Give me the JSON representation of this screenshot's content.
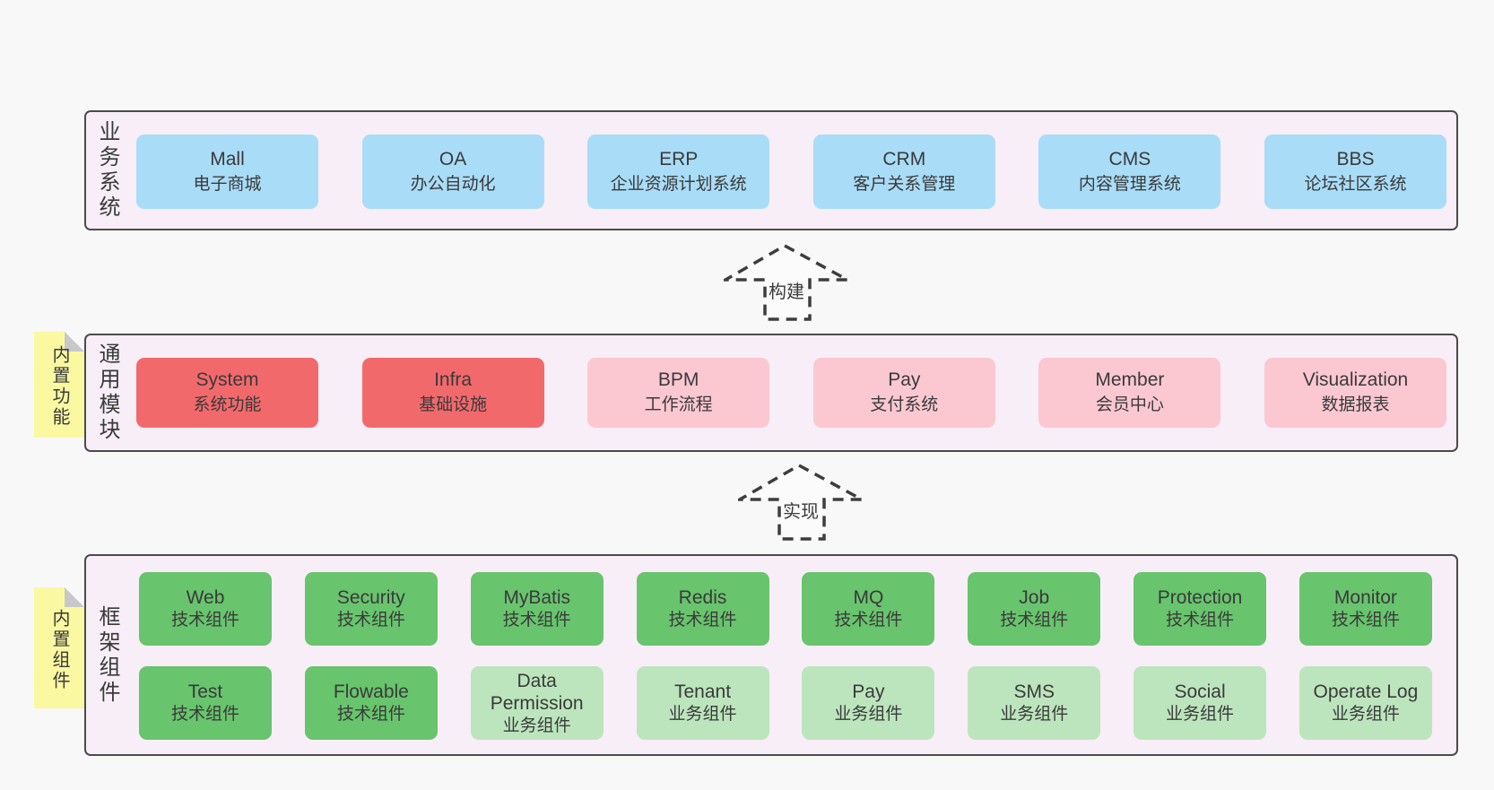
{
  "diagram": {
    "bands": [
      {
        "id": "business-systems",
        "label": "业务系统",
        "boxes": [
          {
            "name": "Mall",
            "desc": "电子商城"
          },
          {
            "name": "OA",
            "desc": "办公自动化"
          },
          {
            "name": "ERP",
            "desc": "企业资源计划系统"
          },
          {
            "name": "CRM",
            "desc": "客户关系管理"
          },
          {
            "name": "CMS",
            "desc": "内容管理系统"
          },
          {
            "name": "BBS",
            "desc": "论坛社区系统"
          }
        ]
      },
      {
        "id": "common-modules",
        "label": "通用模块",
        "note": "内置功能",
        "boxes": [
          {
            "name": "System",
            "desc": "系统功能"
          },
          {
            "name": "Infra",
            "desc": "基础设施"
          },
          {
            "name": "BPM",
            "desc": "工作流程"
          },
          {
            "name": "Pay",
            "desc": "支付系统"
          },
          {
            "name": "Member",
            "desc": "会员中心"
          },
          {
            "name": "Visualization",
            "desc": "数据报表"
          }
        ]
      },
      {
        "id": "framework-components",
        "label": "框架组件",
        "note": "内置组件",
        "rows": [
          [
            {
              "name": "Web",
              "desc": "技术组件"
            },
            {
              "name": "Security",
              "desc": "技术组件"
            },
            {
              "name": "MyBatis",
              "desc": "技术组件"
            },
            {
              "name": "Redis",
              "desc": "技术组件"
            },
            {
              "name": "MQ",
              "desc": "技术组件"
            },
            {
              "name": "Job",
              "desc": "技术组件"
            },
            {
              "name": "Protection",
              "desc": "技术组件"
            },
            {
              "name": "Monitor",
              "desc": "技术组件"
            }
          ],
          [
            {
              "name": "Test",
              "desc": "技术组件"
            },
            {
              "name": "Flowable",
              "desc": "技术组件"
            },
            {
              "name": "Data Permission",
              "desc": "业务组件"
            },
            {
              "name": "Tenant",
              "desc": "业务组件"
            },
            {
              "name": "Pay",
              "desc": "业务组件"
            },
            {
              "name": "SMS",
              "desc": "业务组件"
            },
            {
              "name": "Social",
              "desc": "业务组件"
            },
            {
              "name": "Operate Log",
              "desc": "业务组件"
            }
          ]
        ]
      }
    ],
    "arrows": [
      {
        "label": "构建"
      },
      {
        "label": "实现"
      }
    ]
  },
  "colors": {
    "page_bg": "#f8f8f8",
    "band_bg": "#f8eef7",
    "band_border": "#4b4b4b",
    "business_box": "#a9dcf7",
    "core_module_box": "#f2696c",
    "module_box": "#fbc8d2",
    "tech_component_box": "#68c46d",
    "biz_component_box": "#bce5bd",
    "sticky_note": "#fbf8a2",
    "text": "#3a3a3a"
  }
}
